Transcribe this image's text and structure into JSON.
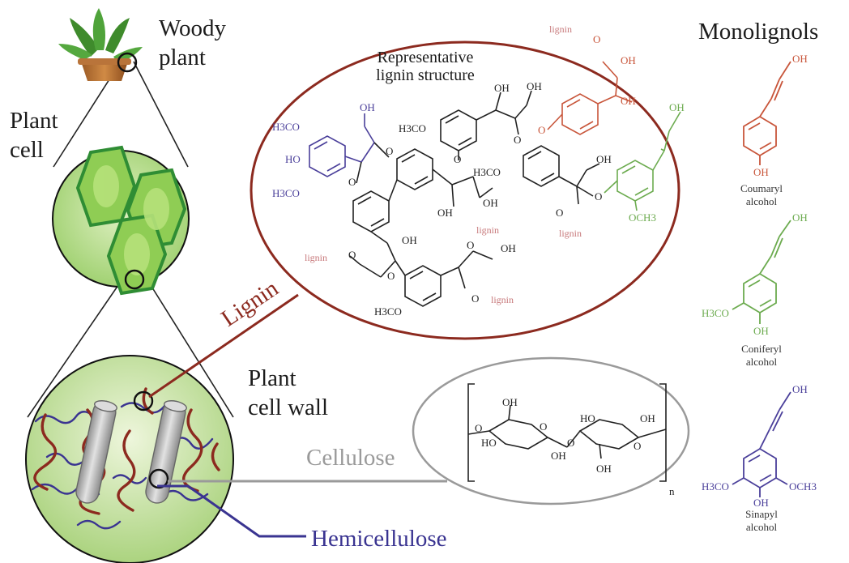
{
  "labels": {
    "woody_plant_line1": "Woody",
    "woody_plant_line2": "plant",
    "plant_cell_line1": "Plant",
    "plant_cell_line2": "cell",
    "plant_cell_wall_line1": "Plant",
    "plant_cell_wall_line2": "cell wall",
    "lignin": "Lignin",
    "cellulose": "Cellulose",
    "hemicellulose": "Hemicellulose",
    "monolignols": "Monolignols",
    "representative_line1": "Representative",
    "representative_line2": "lignin structure"
  },
  "monomers": {
    "coumaryl_line1": "Coumaryl",
    "coumaryl_line2": "alcohol",
    "coniferyl_line1": "Coniferyl",
    "coniferyl_line2": "alcohol",
    "sinapyl_line1": "Sinapyl",
    "sinapyl_line2": "alcohol"
  },
  "chem": {
    "oh": "OH",
    "o": "O",
    "h3co": "H3CO",
    "och3": "OCH3",
    "ho": "HO",
    "lignin": "lignin",
    "n": "n"
  },
  "colors": {
    "lignin": "#8c2a1f",
    "hemicellulose": "#3a3491",
    "cellulose": "#8e8e8e",
    "coumaryl": "#c8553a",
    "coniferyl": "#6cab4f",
    "sinapyl": "#4a3f9a",
    "cell_green": "#8ec95e"
  }
}
